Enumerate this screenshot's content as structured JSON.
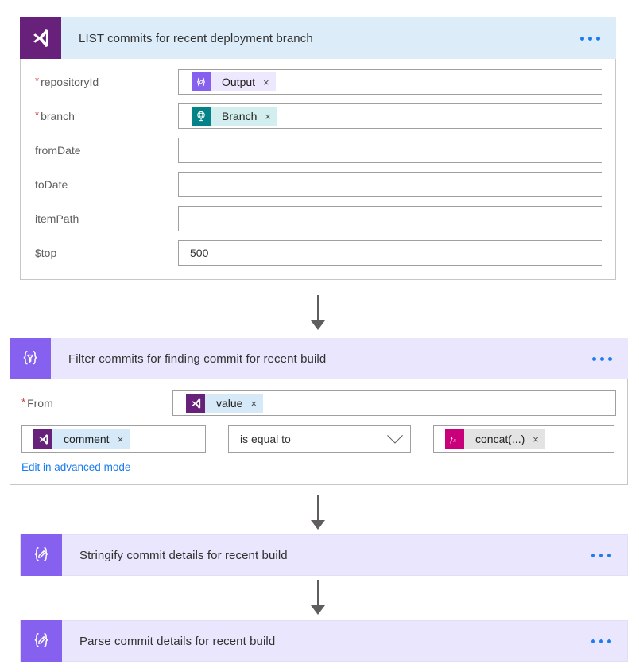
{
  "flow": {
    "steps": [
      {
        "id": "list-commits",
        "title": "LIST commits for recent deployment branch",
        "icon": "visual-studio-icon",
        "header_color": "#dcedf9",
        "icon_color": "#68217a",
        "menu": "more-options",
        "fields": [
          {
            "label": "repositoryId",
            "required": true,
            "token": {
              "text": "Output",
              "icon": "compose-icon",
              "icon_color": "#8661ef",
              "pill_color": "#eee8fe",
              "remove": "×"
            }
          },
          {
            "label": "branch",
            "required": true,
            "token": {
              "text": "Branch",
              "icon": "globe-icon",
              "icon_color": "#038387",
              "pill_color": "#d2eeee",
              "remove": "×"
            }
          },
          {
            "label": "fromDate",
            "required": false,
            "value": ""
          },
          {
            "label": "toDate",
            "required": false,
            "value": ""
          },
          {
            "label": "itemPath",
            "required": false,
            "value": ""
          },
          {
            "label": "$top",
            "required": false,
            "value": "500"
          }
        ]
      },
      {
        "id": "filter-commits",
        "title": "Filter commits for finding commit for recent build",
        "icon": "filter-icon",
        "header_color": "#eae6fd",
        "icon_color": "#8661ef",
        "menu": "more-options",
        "from": {
          "label": "From",
          "required": true,
          "token": {
            "text": "value",
            "icon": "visual-studio-icon",
            "icon_color": "#68217a",
            "pill_color": "#d6e9f8",
            "remove": "×"
          }
        },
        "condition": {
          "left": {
            "text": "comment",
            "icon": "visual-studio-icon",
            "icon_color": "#68217a",
            "pill_color": "#d6e9f8",
            "remove": "×"
          },
          "operator": "is equal to",
          "right": {
            "text": "concat(...)",
            "icon": "fx-icon",
            "icon_color": "#c9007a",
            "pill_color": "#e3e3e3",
            "remove": "×"
          }
        },
        "advanced_link": "Edit in advanced mode"
      },
      {
        "id": "stringify-commit",
        "title": "Stringify commit details for recent build",
        "icon": "compose-icon",
        "header_color": "#eae6fd",
        "icon_color": "#8661ef",
        "menu": "more-options"
      },
      {
        "id": "parse-commit",
        "title": "Parse commit details for recent build",
        "icon": "compose-icon",
        "header_color": "#eae6fd",
        "icon_color": "#8661ef",
        "menu": "more-options"
      }
    ],
    "connectors": [
      {
        "from": "list-commits",
        "to": "filter-commits",
        "icon": "down-arrow-icon"
      },
      {
        "from": "filter-commits",
        "to": "stringify-commit",
        "icon": "down-arrow-icon"
      },
      {
        "from": "stringify-commit",
        "to": "parse-commit",
        "icon": "down-arrow-icon"
      }
    ]
  }
}
